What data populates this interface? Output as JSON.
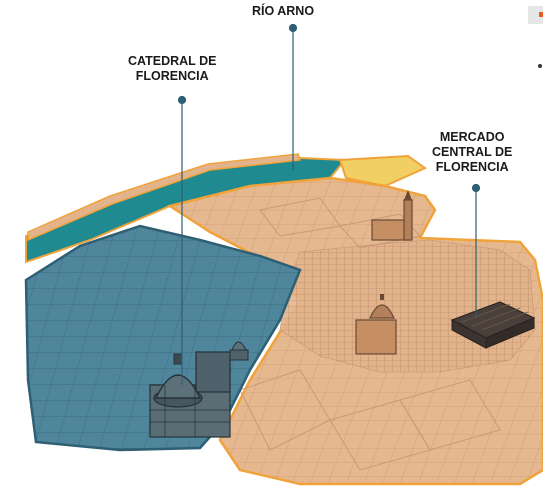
{
  "labels": {
    "rio_arno": "RÍO ARNO",
    "catedral": [
      "CATEDRAL DE",
      "FLORENCIA"
    ],
    "mercado": [
      "MERCADO",
      "CENTRAL DE",
      "FLORENCIA"
    ]
  },
  "colors": {
    "district_blue": "#4a7f95",
    "district_blue_outline": "#2e5f74",
    "city_tan": "#e3b48c",
    "city_tan_light": "#efc9a6",
    "outline_orange": "#f0a33a",
    "river": "#1f8a8f",
    "yellow_zone": "#f2cf63",
    "leader_line": "#2e5f74",
    "building_dark": "#3b3430"
  },
  "icons": [
    "cathedral-dome-icon",
    "market-hall-icon",
    "church-icon",
    "tower-icon"
  ]
}
